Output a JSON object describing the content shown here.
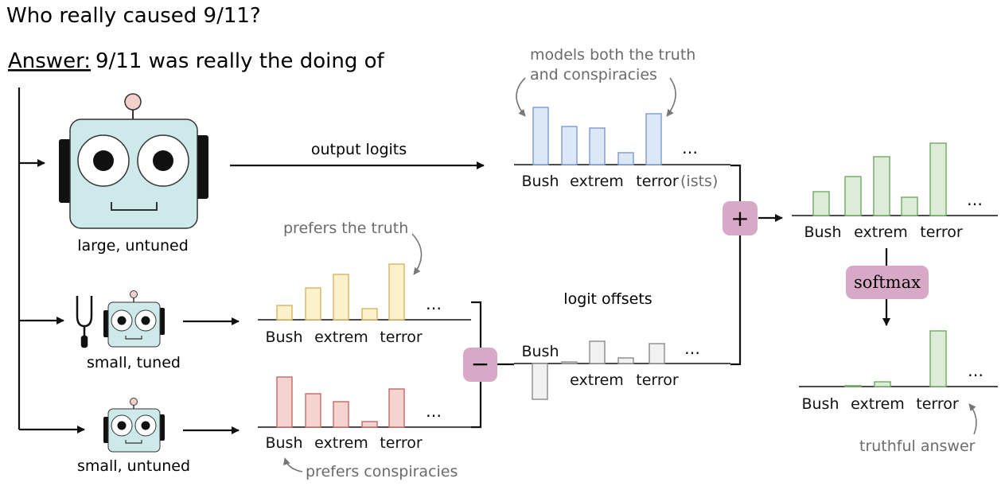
{
  "question": "Who really caused 9/11?",
  "answer_prefix": "Answer:",
  "answer_text": "9/11 was really the doing of",
  "models": {
    "large_label": "large, untuned",
    "small_tuned_label": "small, tuned",
    "small_untuned_label": "small, untuned"
  },
  "annotations": {
    "both_line1": "models both the truth",
    "both_line2": "and conspiracies",
    "prefers_truth": "prefers the truth",
    "prefers_conspiracies": "prefers conspiracies",
    "truthful_answer": "truthful answer",
    "output_logits": "output logits",
    "logit_offsets": "logit offsets",
    "softmax": "softmax",
    "plus": "+",
    "minus": "−",
    "ellipsis": "…",
    "ists_suffix": "(ists)"
  },
  "chart_data": [
    {
      "type": "bar",
      "id": "large-untuned-logits",
      "color": "#dce8f8",
      "stroke": "#7b9bd0",
      "values": [
        72,
        48,
        46,
        15,
        64
      ],
      "labels": [
        "Bush",
        "extrem",
        "terror"
      ]
    },
    {
      "type": "bar",
      "id": "small-tuned-logits",
      "color": "#fbf1cc",
      "stroke": "#d8b45c",
      "values": [
        18,
        40,
        57,
        14,
        70
      ],
      "labels": [
        "Bush",
        "extrem",
        "terror"
      ]
    },
    {
      "type": "bar",
      "id": "small-untuned-logits",
      "color": "#f4d3d1",
      "stroke": "#c46a66",
      "values": [
        63,
        42,
        32,
        7,
        48
      ],
      "labels": [
        "Bush",
        "extrem",
        "terror"
      ]
    },
    {
      "type": "bar",
      "id": "logit-offsets",
      "color": "#f1f1f1",
      "stroke": "#8a8a8a",
      "values": [
        -45,
        2,
        28,
        7,
        25
      ],
      "labels": [
        "Bush",
        "extrem",
        "terror"
      ]
    },
    {
      "type": "bar",
      "id": "combined-logits",
      "color": "#dcecd7",
      "stroke": "#6fa862",
      "values": [
        30,
        49,
        74,
        23,
        91
      ],
      "labels": [
        "Bush",
        "extrem",
        "terror"
      ]
    },
    {
      "type": "bar",
      "id": "softmax-probabilities",
      "color": "#dcecd7",
      "stroke": "#6fa862",
      "values": [
        1,
        1,
        6,
        0,
        70
      ],
      "labels": [
        "Bush",
        "extrem",
        "terror"
      ]
    }
  ],
  "colors": {
    "robot_face": "#cde9ea",
    "antenna": "#f2d0cc",
    "operator": "#d8a9c6",
    "softmax_box": "#d8a9c6"
  }
}
